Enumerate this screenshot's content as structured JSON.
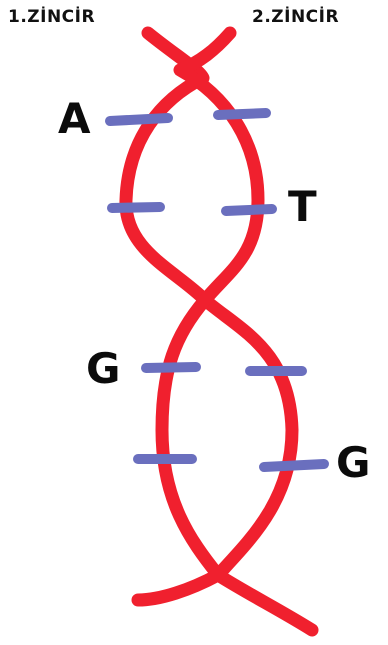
{
  "labels": {
    "strand1": "1.ZİNCİR",
    "strand2": "2.ZİNCİR"
  },
  "bases": {
    "left_top": "A",
    "right_upper": "T",
    "left_lower": "G",
    "right_lower": "G"
  },
  "colors": {
    "strand": "#f0202e",
    "rung": "#6a6fbe",
    "text": "#111111",
    "background": "#ffffff"
  }
}
